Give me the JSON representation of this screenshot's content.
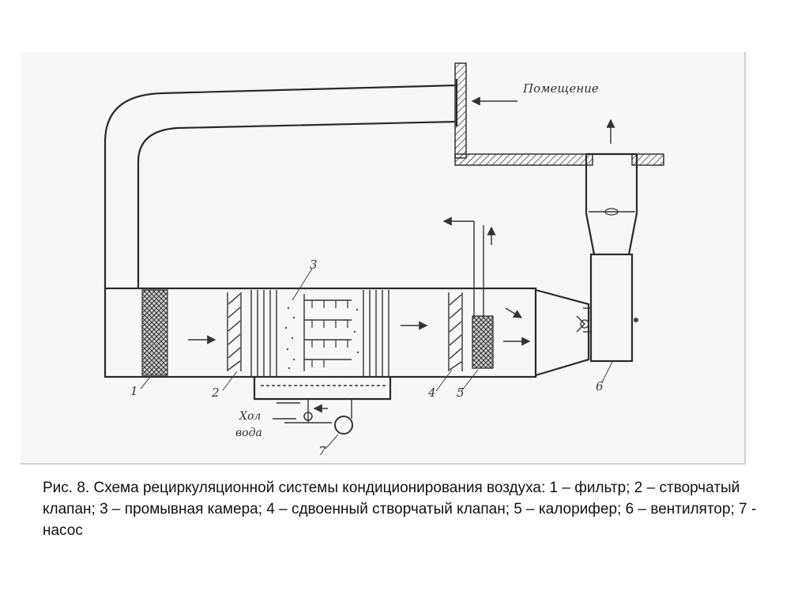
{
  "diagram": {
    "labels": {
      "room": "Помещение",
      "cold_water_line1": "Хол",
      "cold_water_line2": "вода",
      "n1": "1",
      "n2": "2",
      "n3": "3",
      "n4": "4",
      "n5": "5",
      "n6": "6",
      "n7": "7"
    }
  },
  "caption": {
    "text": "Рис. 8. Схема рециркуляционной системы кондиционирования воздуха: 1 – фильтр; 2 – створчатый клапан; 3 – промывная камера; 4 – сдвоенный створчатый клапан; 5 – калорифер; 6 – вентилятор; 7 - насос"
  }
}
